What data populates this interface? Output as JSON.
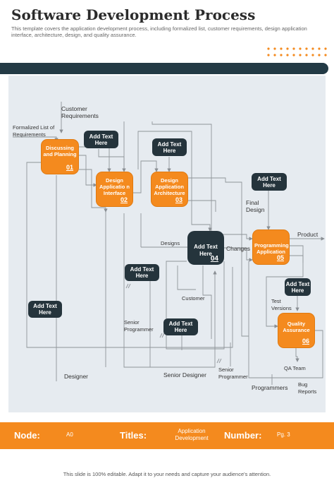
{
  "header": {
    "title": "Software Development Process",
    "subtitle": "This template covers the application development process, including formalized list, customer requirements, design application interface, architecture, design, and quality assurance."
  },
  "colors": {
    "accent": "#f48a1e",
    "dark": "#25343c",
    "canvas": "#e6ebf0",
    "bar": "#233a45"
  },
  "process_boxes": [
    {
      "label": "Discussing and Planning",
      "number": "01"
    },
    {
      "label": "Design Applicatio n Interface",
      "number": "02"
    },
    {
      "label": "Design Application Architecture",
      "number": "03"
    },
    {
      "label": "Add Text Here",
      "number": "04"
    },
    {
      "label": "Programming Application",
      "number": "05"
    },
    {
      "label": "Quality Assurance",
      "number": "06"
    }
  ],
  "placeholder_text": "Add Text Here",
  "labels": {
    "customer_requirements": "Customer Requirements",
    "formalized_list": "Formalized List of Requirements",
    "final_design": "Final Design",
    "product": "Product",
    "designs": "Designs",
    "changes": "Changes",
    "customer": "Customer",
    "test_versions": "Test Versions",
    "senior_programmer": "Senior Programmer",
    "designer": "Designer",
    "senior_designer": "Senior Designer",
    "senior_programmer_2": "Senior Programmer",
    "qa_team": "QA Team",
    "programmers": "Programmers",
    "bug_reports": "Bug Reports"
  },
  "footer": {
    "node_label": "Node:",
    "node_value": "A0",
    "titles_label": "Titles:",
    "titles_value": "Application Development",
    "number_label": "Number:",
    "number_value": "Pg. 3"
  },
  "note": "This slide is 100% editable. Adapt it to your needs and capture your audience's attention."
}
